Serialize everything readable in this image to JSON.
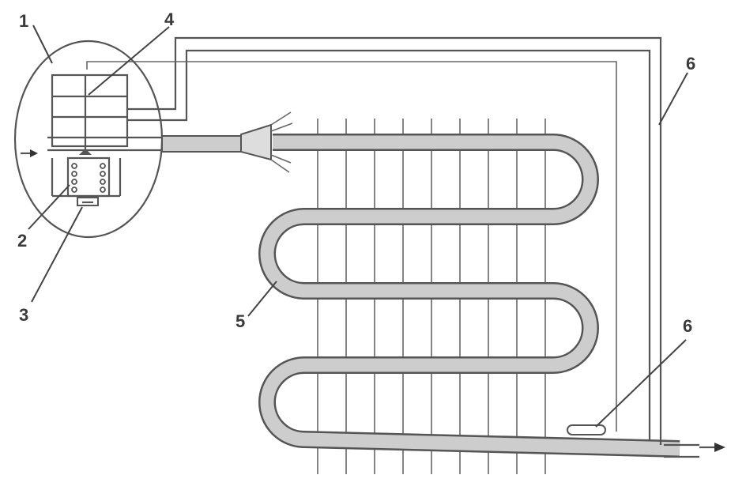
{
  "labels": {
    "l1": "1",
    "l2": "2",
    "l3": "3",
    "l4": "4",
    "l5": "5",
    "l6a": "6",
    "l6b": "6"
  },
  "colors": {
    "line": "#555555",
    "coil_fill": "#c8c8c8",
    "label": "#3a3a3a"
  }
}
